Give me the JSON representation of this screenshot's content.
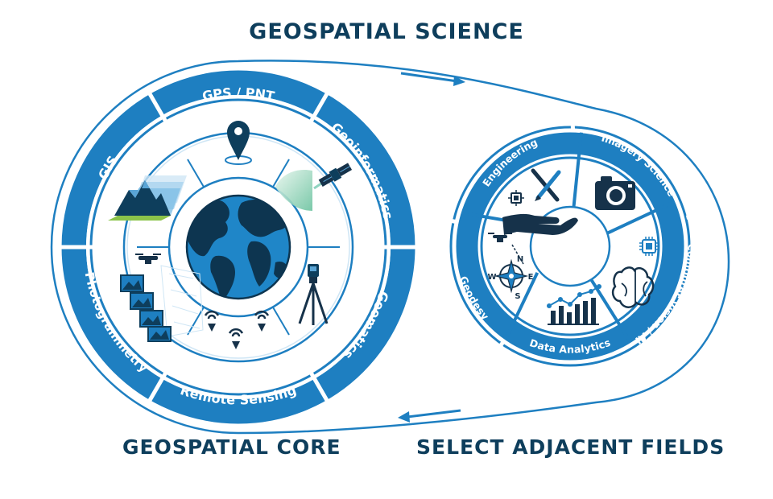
{
  "title": "GEOSPATIAL SCIENCE",
  "core": {
    "heading": "GEOSPATIAL CORE",
    "segments": [
      "GPS / PNT",
      "Geoinformatics",
      "Geomatics",
      "Remote Sensing",
      "Photogrammetry",
      "GIS"
    ]
  },
  "adjacent": {
    "heading": "SELECT ADJACENT FIELDS",
    "segments": [
      "Imagery Science",
      "Computer Vision / AI",
      "Data Analytics",
      "Geodesy",
      "Engineering"
    ]
  },
  "compass_letters": [
    "N",
    "W",
    "E",
    "S"
  ],
  "colors": {
    "primary": "#1e7fc1",
    "dark": "#0e3e5c",
    "light": "#cfe6f5",
    "navy": "#16324a",
    "globe_ocean": "#1f86c8",
    "land": "#0d3550"
  },
  "icons": {
    "core": [
      "location-pin-icon",
      "satellite-icon",
      "surveying-tripod-icon",
      "signal-sensors-icon",
      "drone-photo-stack-icon",
      "terrain-layers-icon",
      "globe-icon"
    ],
    "adjacent": [
      "camera-icon",
      "brain-chip-icon",
      "bar-chart-icon",
      "compass-drone-icon",
      "tools-hand-icon"
    ]
  }
}
